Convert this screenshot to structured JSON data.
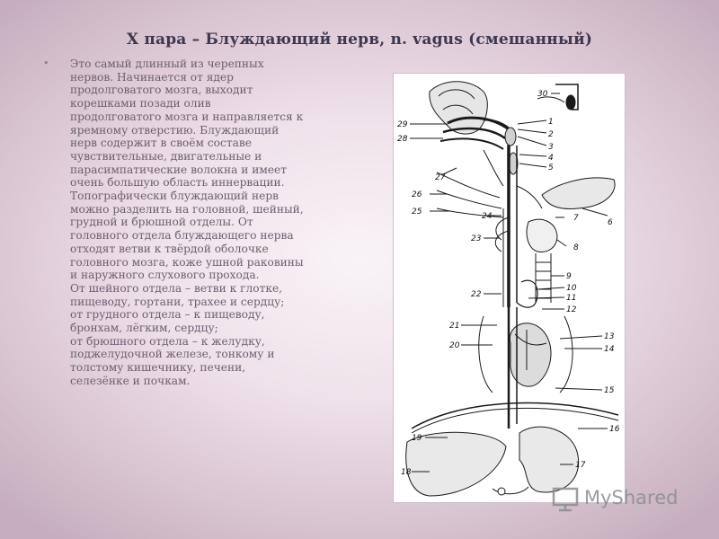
{
  "slide": {
    "title": "X пара – Блуждающий нерв, n. vagus (смешанный)",
    "bullet": "•",
    "paragraphs": [
      "Это самый длинный из черепных нервов. Начинается от ядер продолговатого мозга, выходит корешками позади олив продолговатого мозга и направляется к яремному отверстию. Блуждающий нерв содержит в своём составе чувствительные, двигательные и парасимпатические волокна и имеет очень большую область иннервации. Топографически блуждающий нерв можно разделить на головной, шейный, грудной и брюшной отделы. От головного отдела блуждающего нерва отходят ветви к твёрдой оболочке головного мозга, коже ушной раковины и наружного слухового прохода.",
      "От шейного отдела – ветви к глотке, пищеводу, гортани, трахее и сердцу;",
      "от грудного отдела – к пищеводу, бронхам, лёгким, сердцу;",
      "от брюшного отдела – к желудку, поджелудочной железе, тонкому и толстому кишечнику, печени, селезёнке и почкам."
    ]
  },
  "figure": {
    "labels_right": [
      "30",
      "1",
      "2",
      "3",
      "4",
      "5",
      "6",
      "7",
      "8",
      "9",
      "10",
      "11",
      "12",
      "13",
      "14",
      "15",
      "16",
      "17"
    ],
    "labels_left": [
      "29",
      "28",
      "27",
      "26",
      "25",
      "24",
      "23",
      "22",
      "21",
      "20",
      "19",
      "18"
    ]
  },
  "watermark": {
    "text": "MyShared"
  }
}
